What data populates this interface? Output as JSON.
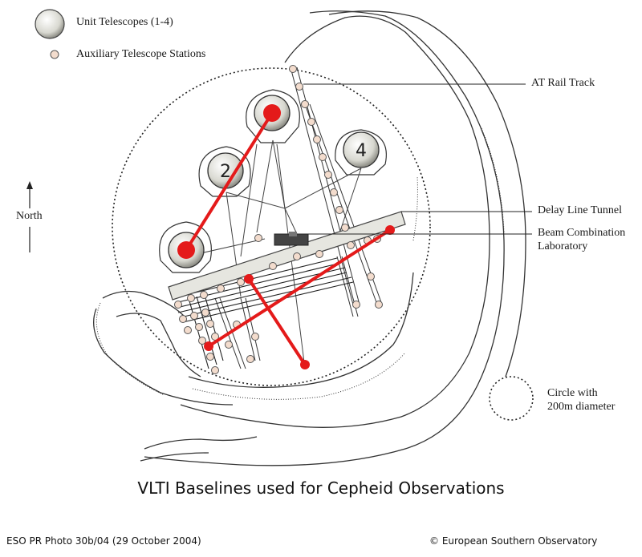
{
  "legend": {
    "unit_telescopes": "Unit Telescopes (1-4)",
    "aux_stations": "Auxiliary Telescope Stations"
  },
  "labels": {
    "at_rail_track": "AT Rail Track",
    "delay_line_tunnel": "Delay Line Tunnel",
    "beam_combination_1": "Beam Combination",
    "beam_combination_2": "Laboratory",
    "north": "North",
    "circle_1": "Circle with",
    "circle_2": "200m diameter"
  },
  "telescopes": {
    "ut2": "2",
    "ut4": "4"
  },
  "caption": "VLTI Baselines used for Cepheid Observations",
  "footer": {
    "left": "ESO PR Photo 30b/04 (29 October 2004)",
    "right": "© European Southern Observatory"
  },
  "colors": {
    "baseline": "#e41a1a",
    "tunnel": "#e6e6e0",
    "station": "#f3dccd",
    "logo": "#2f7fb6"
  }
}
